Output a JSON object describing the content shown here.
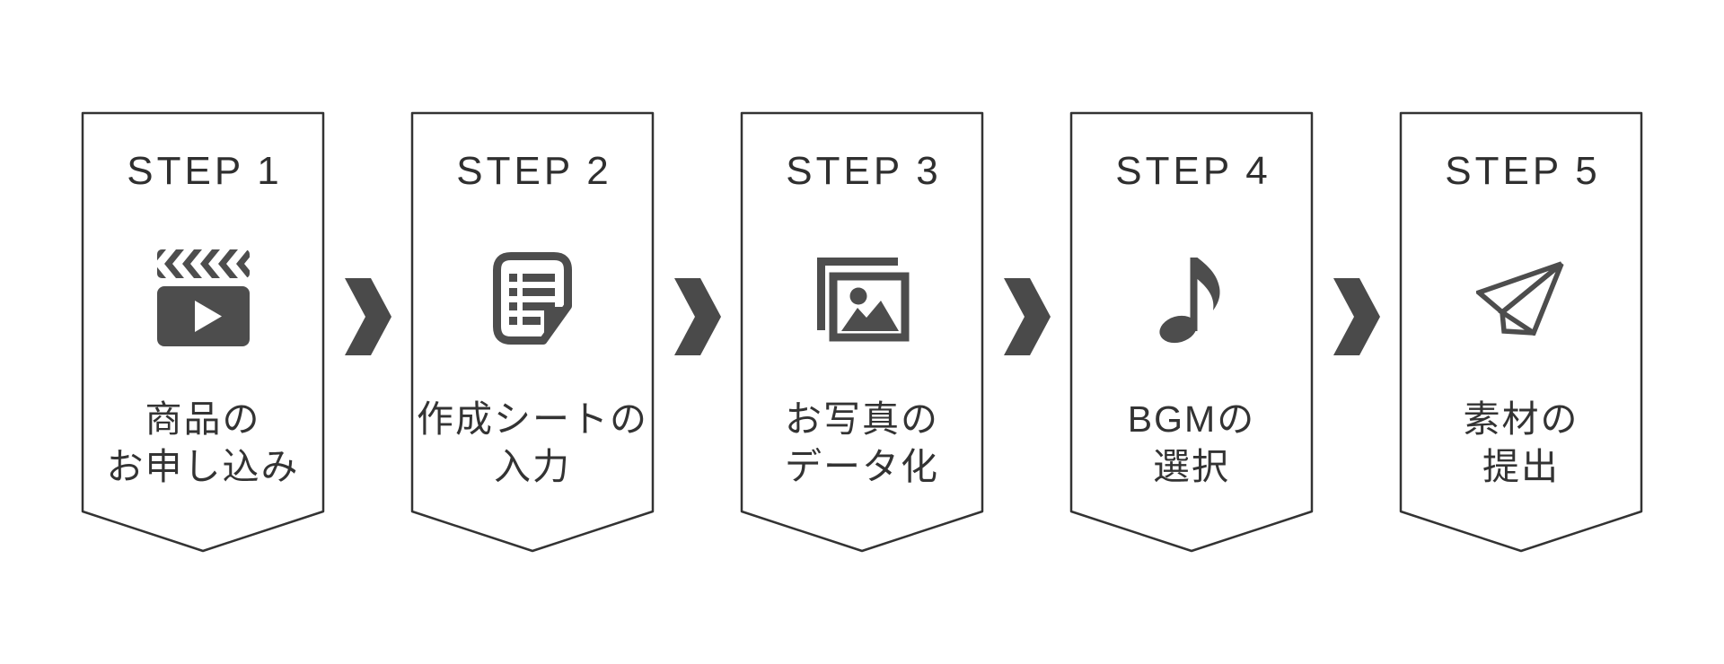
{
  "flow": {
    "steps": [
      {
        "step_word": "STEP",
        "step_number": "1",
        "icon": "movie-clapperboard-icon",
        "lines": [
          "商品の",
          "お申し込み"
        ]
      },
      {
        "step_word": "STEP",
        "step_number": "2",
        "icon": "document-sheet-icon",
        "lines": [
          "作成シートの",
          "入力"
        ]
      },
      {
        "step_word": "STEP",
        "step_number": "3",
        "icon": "photos-icon",
        "lines": [
          "お写真の",
          "データ化"
        ]
      },
      {
        "step_word": "STEP",
        "step_number": "4",
        "icon": "music-note-icon",
        "lines": [
          "BGMの",
          "選択"
        ]
      },
      {
        "step_word": "STEP",
        "step_number": "5",
        "icon": "paper-plane-icon",
        "lines": [
          "素材の",
          "提出"
        ]
      }
    ],
    "colors": {
      "background": "#ffffff",
      "card_fill": "#ffffff",
      "card_border": "#333333",
      "step_title_text": "#2f2f2f",
      "label_text": "#333333",
      "icon": "#4d4d4d",
      "chevron": "#4a4a4a"
    }
  }
}
